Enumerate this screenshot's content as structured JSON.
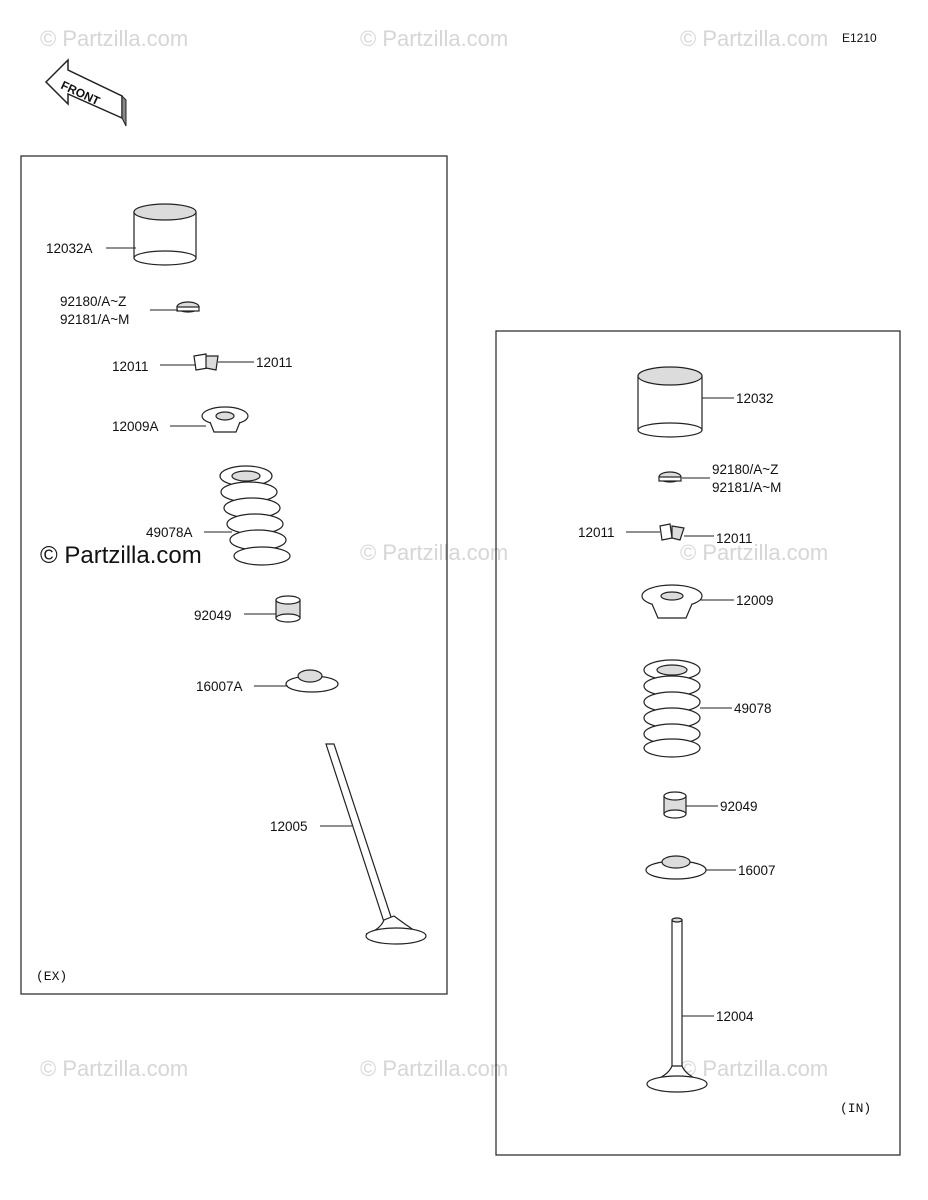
{
  "diagram_code": "E1210",
  "front_label": "FRONT",
  "watermark_text": "© Partzilla.com",
  "panels": {
    "exhaust": {
      "tag": "(EX)"
    },
    "intake": {
      "tag": "(IN)"
    }
  },
  "labels": {
    "ex_12032A": "12032A",
    "ex_92180": "92180/A~Z",
    "ex_92181": "92181/A~M",
    "ex_12011_left": "12011",
    "ex_12011_right": "12011",
    "ex_12009A": "12009A",
    "ex_49078A": "49078A",
    "ex_92049": "92049",
    "ex_16007A": "16007A",
    "ex_12005": "12005",
    "in_12032": "12032",
    "in_92180": "92180/A~Z",
    "in_92181": "92181/A~M",
    "in_12011_left": "12011",
    "in_12011_right": "12011",
    "in_12009": "12009",
    "in_49078": "49078",
    "in_92049": "92049",
    "in_16007": "16007",
    "in_12004": "12004"
  }
}
